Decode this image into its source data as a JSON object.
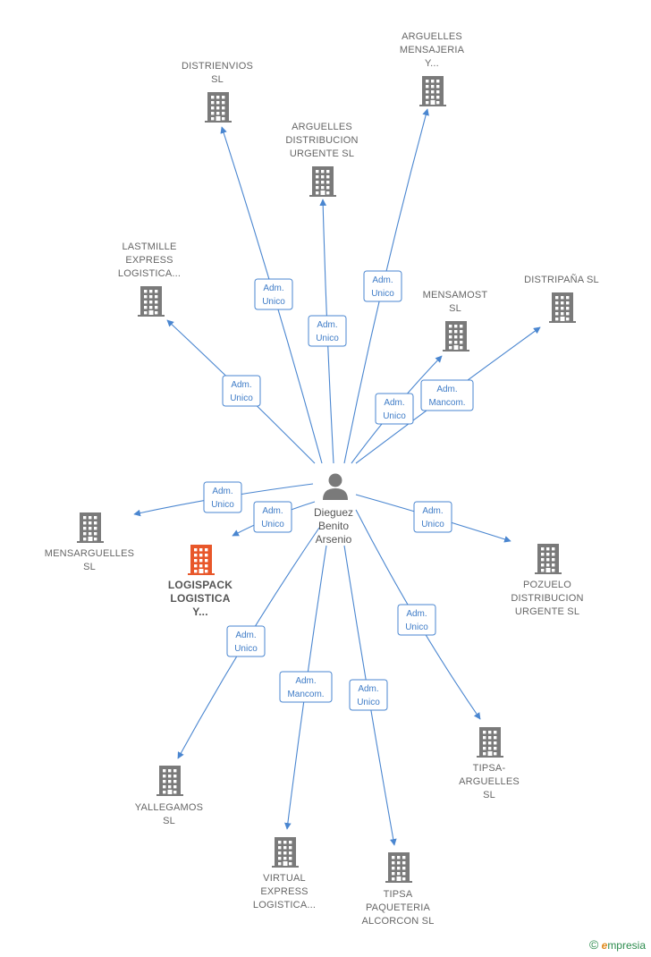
{
  "person": {
    "name_lines": [
      "Dieguez",
      "Benito",
      "Arsenio"
    ],
    "icon": "person-icon"
  },
  "companies": [
    {
      "id": "distrienvios",
      "lines": [
        "DISTRIENVIOS",
        "SL"
      ],
      "icon": "building-icon"
    },
    {
      "id": "arguelles-mensajeria",
      "lines": [
        "ARGUELLES",
        "MENSAJERIA",
        "Y..."
      ],
      "icon": "building-icon"
    },
    {
      "id": "arguelles-distribucion",
      "lines": [
        "ARGUELLES",
        "DISTRIBUCION",
        "URGENTE SL"
      ],
      "icon": "building-icon"
    },
    {
      "id": "lastmille",
      "lines": [
        "LASTMILLE",
        "EXPRESS",
        "LOGISTICA..."
      ],
      "icon": "building-icon"
    },
    {
      "id": "mensamost",
      "lines": [
        "MENSAMOST",
        "SL"
      ],
      "icon": "building-icon"
    },
    {
      "id": "distripana",
      "lines": [
        "DISTRIPAÑA SL"
      ],
      "icon": "building-icon"
    },
    {
      "id": "mensarguelles",
      "lines": [
        "MENSARGUELLES",
        "SL"
      ],
      "icon": "building-icon"
    },
    {
      "id": "logispack",
      "lines": [
        "LOGISPACK",
        "LOGISTICA",
        "Y..."
      ],
      "icon": "building-icon",
      "highlight": true
    },
    {
      "id": "pozuelo",
      "lines": [
        "POZUELO",
        "DISTRIBUCION",
        "URGENTE SL"
      ],
      "icon": "building-icon"
    },
    {
      "id": "tipsa-arguelles",
      "lines": [
        "TIPSA-",
        "ARGUELLES",
        "SL"
      ],
      "icon": "building-icon"
    },
    {
      "id": "yallegamos",
      "lines": [
        "YALLEGAMOS",
        "SL"
      ],
      "icon": "building-icon"
    },
    {
      "id": "virtual-express",
      "lines": [
        "VIRTUAL",
        "EXPRESS",
        "LOGISTICA..."
      ],
      "icon": "building-icon"
    },
    {
      "id": "tipsa-paqueteria",
      "lines": [
        "TIPSA",
        "PAQUETERIA",
        "ALCORCON  SL"
      ],
      "icon": "building-icon"
    }
  ],
  "relations": [
    {
      "to": "distrienvios",
      "lines": [
        "Adm.",
        "Unico"
      ]
    },
    {
      "to": "arguelles-distribucion",
      "lines": [
        "Adm.",
        "Unico"
      ]
    },
    {
      "to": "arguelles-mensajeria",
      "lines": [
        "Adm.",
        "Unico"
      ]
    },
    {
      "to": "lastmille",
      "lines": [
        "Adm.",
        "Unico"
      ]
    },
    {
      "to": "mensamost",
      "lines": [
        "Adm.",
        "Unico"
      ]
    },
    {
      "to": "distripana",
      "lines": [
        "Adm.",
        "Mancom."
      ]
    },
    {
      "to": "mensarguelles",
      "lines": [
        "Adm.",
        "Unico"
      ]
    },
    {
      "to": "logispack",
      "lines": [
        "Adm.",
        "Unico"
      ]
    },
    {
      "to": "pozuelo",
      "lines": [
        "Adm.",
        "Unico"
      ]
    },
    {
      "to": "tipsa-arguelles",
      "lines": [
        "Adm.",
        "Unico"
      ]
    },
    {
      "to": "yallegamos",
      "lines": [
        "Adm.",
        "Unico"
      ]
    },
    {
      "to": "virtual-express",
      "lines": [
        "Adm.",
        "Mancom."
      ]
    },
    {
      "to": "tipsa-paqueteria",
      "lines": [
        "Adm.",
        "Unico"
      ]
    }
  ],
  "colors": {
    "edge": "#4a86d0",
    "building": "#7a7a7a",
    "building_highlight": "#e8572a",
    "person": "#7a7a7a"
  },
  "footer": {
    "copyright": "©",
    "brand_initial": "e",
    "brand_rest": "mpresia"
  }
}
